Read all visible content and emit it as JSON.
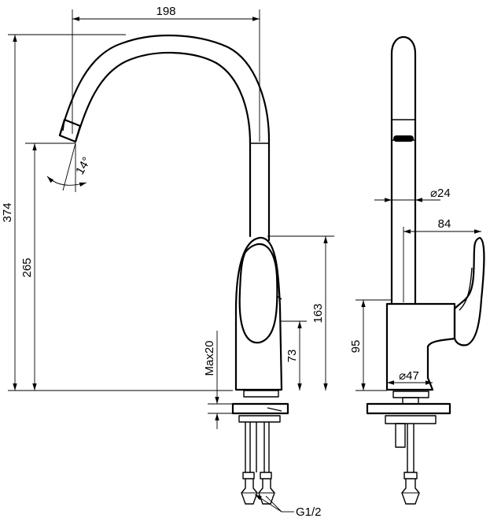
{
  "dimensions": {
    "spout_reach": "198",
    "total_height": "374",
    "spout_height": "265",
    "spout_angle": "14°",
    "spout_diameter": "⌀24",
    "handle_reach": "84",
    "lever_height": "163",
    "body_height": "95",
    "mid_height": "73",
    "deck_max": "Max20",
    "base_diameter": "⌀47",
    "connection": "G1/2"
  },
  "colors": {
    "line": "#000000",
    "background": "#ffffff"
  }
}
